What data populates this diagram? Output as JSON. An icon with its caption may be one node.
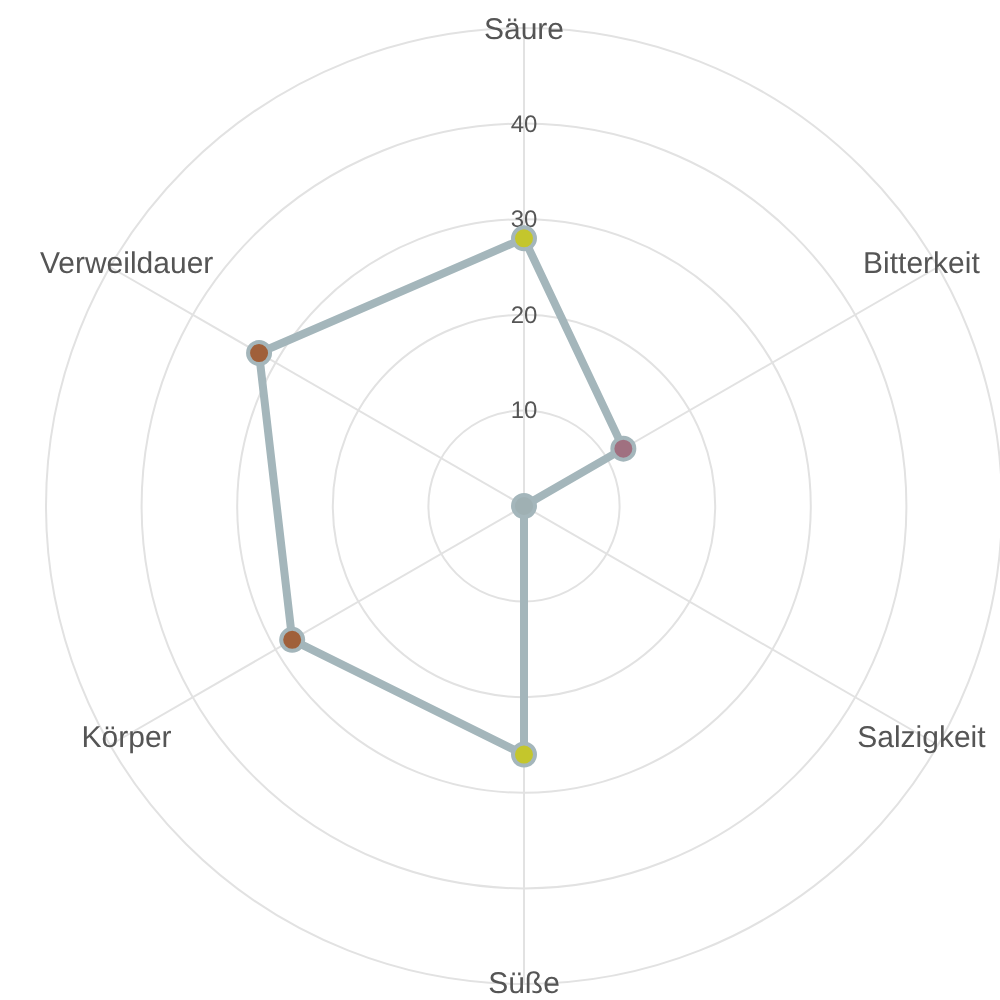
{
  "diagram": {
    "chart_data": {
      "type": "radar",
      "categories": [
        "Säure",
        "Bitterkeit",
        "Salzigkeit",
        "Süße",
        "Körper",
        "Verweildauer"
      ],
      "yticks": [
        10,
        20,
        30,
        40
      ],
      "ylim": [
        0,
        50
      ],
      "series": [
        {
          "color": "#a4b6bb",
          "values": [
            28,
            12,
            0,
            26,
            28,
            32
          ]
        }
      ]
    }
  }
}
